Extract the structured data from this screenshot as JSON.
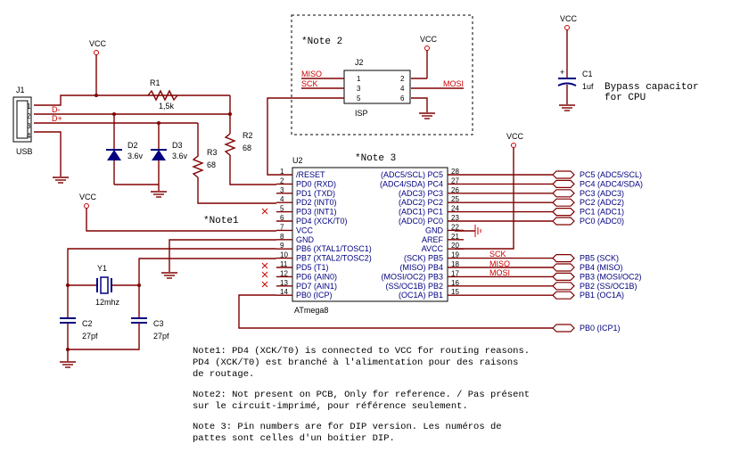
{
  "vcc": "VCC",
  "usb": {
    "ref": "J1",
    "name": "USB",
    "pins": [
      "1",
      "2",
      "3",
      "4"
    ],
    "dminus": "D-",
    "dplus": "D+"
  },
  "r1": {
    "ref": "R1",
    "value": "1,5k"
  },
  "r2": {
    "ref": "R2",
    "value": "68"
  },
  "r3": {
    "ref": "R3",
    "value": "68"
  },
  "d2": {
    "ref": "D2",
    "value": "3.6v"
  },
  "d3": {
    "ref": "D3",
    "value": "3.6v"
  },
  "y1": {
    "ref": "Y1",
    "value": "12mhz"
  },
  "c1": {
    "ref": "C1",
    "value": "1uf",
    "note": "Bypass capacitor\nfor CPU"
  },
  "c2": {
    "ref": "C2",
    "value": "27pf"
  },
  "c3": {
    "ref": "C3",
    "value": "27pf"
  },
  "isp": {
    "ref": "J2",
    "name": "ISP",
    "note": "*Note 2",
    "pins_left": [
      "1",
      "3",
      "5"
    ],
    "pins_right": [
      "2",
      "4",
      "6"
    ],
    "miso": "MISO",
    "sck": "SCK",
    "mosi": "MOSI"
  },
  "mcu": {
    "ref": "U2",
    "name": "ATmega8",
    "note": "*Note 3",
    "left": [
      {
        "num": "1",
        "name": "/RESET"
      },
      {
        "num": "2",
        "name": "PD0 (RXD)"
      },
      {
        "num": "3",
        "name": "PD1 (TXD)"
      },
      {
        "num": "4",
        "name": "PD2 (INT0)"
      },
      {
        "num": "5",
        "name": "PD3 (INT1)"
      },
      {
        "num": "6",
        "name": "PD4 (XCK/T0)"
      },
      {
        "num": "7",
        "name": "VCC"
      },
      {
        "num": "8",
        "name": "GND"
      },
      {
        "num": "9",
        "name": "PB6 (XTAL1/TOSC1)"
      },
      {
        "num": "10",
        "name": "PB7 (XTAL2/TOSC2)"
      },
      {
        "num": "11",
        "name": "PD5 (T1)"
      },
      {
        "num": "12",
        "name": "PD6 (AIN0)"
      },
      {
        "num": "13",
        "name": "PD7 (AIN1)"
      },
      {
        "num": "14",
        "name": "PB0 (ICP)"
      }
    ],
    "right": [
      {
        "num": "28",
        "name": "(ADC5/SCL) PC5"
      },
      {
        "num": "27",
        "name": "(ADC4/SDA) PC4"
      },
      {
        "num": "26",
        "name": "(ADC3) PC3"
      },
      {
        "num": "25",
        "name": "(ADC2) PC2"
      },
      {
        "num": "24",
        "name": "(ADC1) PC1"
      },
      {
        "num": "23",
        "name": "(ADC0) PC0"
      },
      {
        "num": "22",
        "name": "GND"
      },
      {
        "num": "21",
        "name": "AREF"
      },
      {
        "num": "20",
        "name": "AVCC"
      },
      {
        "num": "19",
        "name": "(SCK) PB5"
      },
      {
        "num": "18",
        "name": "(MISO) PB4"
      },
      {
        "num": "17",
        "name": "(MOSI/OC2) PB3"
      },
      {
        "num": "16",
        "name": "(SS/OC1B) PB2"
      },
      {
        "num": "15",
        "name": "(OC1A) PB1"
      }
    ]
  },
  "note1_tag": "*Note1",
  "ports": [
    "PC5 (ADC5/SCL)",
    "PC4 (ADC4/SDA)",
    "PC3 (ADC3)",
    "PC2 (ADC2)",
    "PC1 (ADC1)",
    "PC0 (ADC0)",
    "PB5 (SCK)",
    "PB4 (MISO)",
    "PB3 (MOSI/OC2)",
    "PB2 (SS/OC1B)",
    "PB1 (OC1A)",
    "PB0 (ICP1)"
  ],
  "net_labels": {
    "sck": "SCK",
    "miso": "MISO",
    "mosi": "MOSI"
  },
  "notes": [
    "Note1: PD4 (XCK/T0) is connected to VCC for routing reasons.\nPD4 (XCK/T0) est branché à l'alimentation pour des raisons\nde routage.",
    "Note2: Not present on PCB, Only for reference. / Pas présent\nsur le circuit-imprimé, pour référence seulement.",
    "Note 3: Pin numbers are for DIP version. Les numéros de\npattes sont celles d'un boitier DIP."
  ]
}
